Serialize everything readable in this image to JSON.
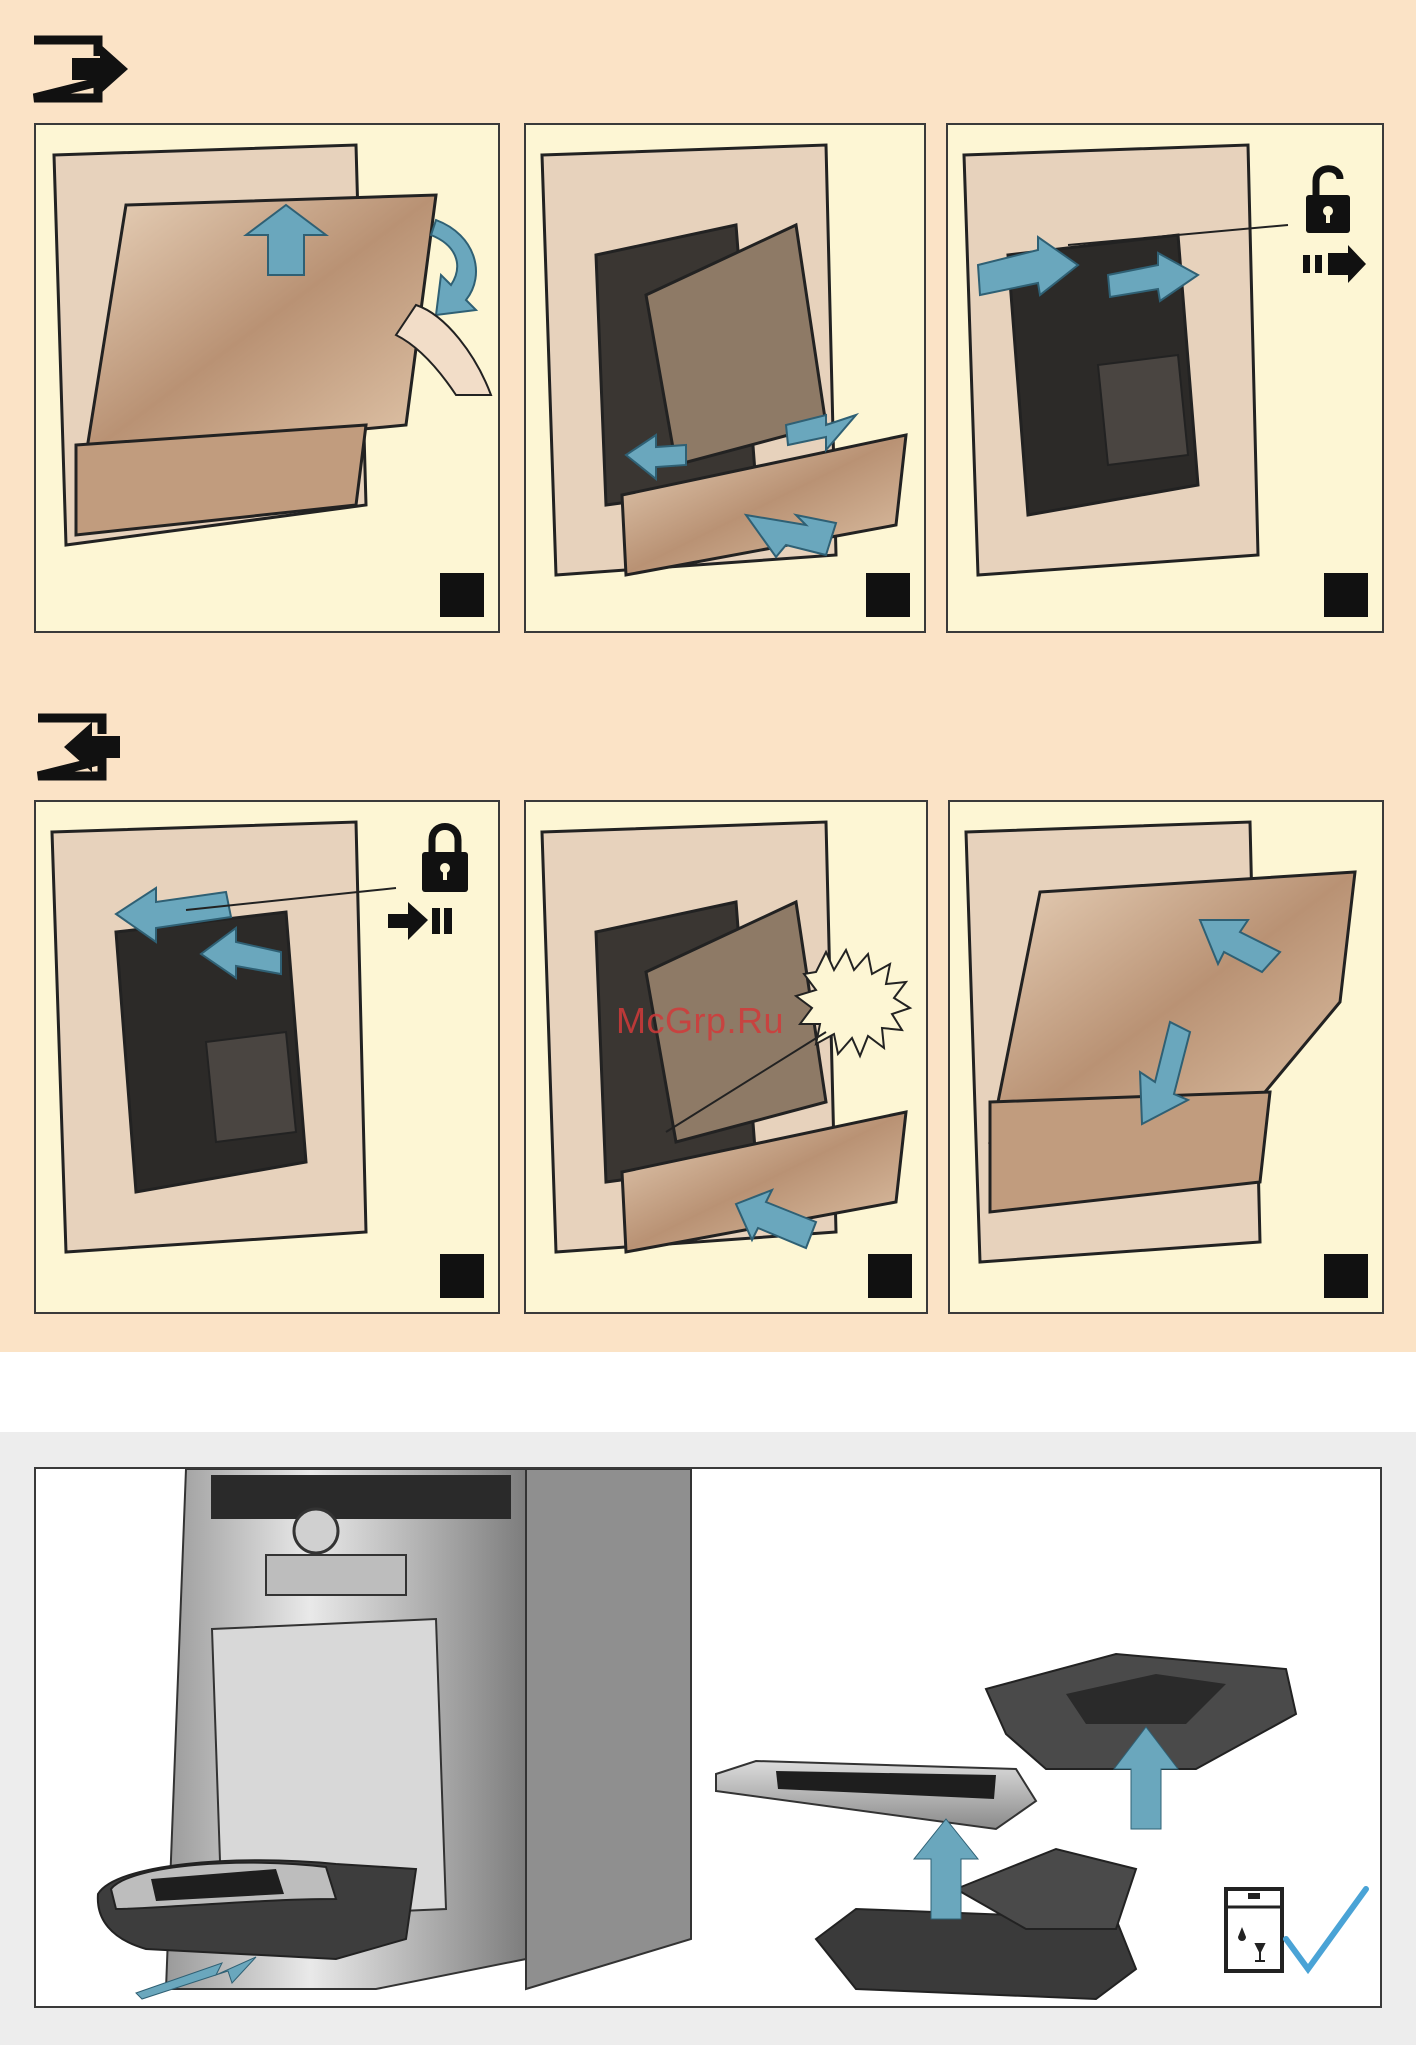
{
  "watermark": "McGrp.Ru",
  "sections": {
    "remove": {
      "icon": "exit-arrow-icon"
    },
    "insert": {
      "icon": "enter-arrow-icon"
    }
  },
  "panels": [
    {
      "name": "step-open-door",
      "icon": "door-opening-arrow-icon"
    },
    {
      "name": "step-pull-drawer",
      "icon": "squeeze-release-arrows-icon"
    },
    {
      "name": "step-unlock-brew-unit",
      "icon": "unlock-icon"
    },
    {
      "name": "step-lock-brew-unit",
      "icon": "lock-icon"
    },
    {
      "name": "step-push-drawer",
      "icon": "click-sound-icon"
    },
    {
      "name": "step-close-door",
      "icon": "door-closing-arrow-icon"
    }
  ],
  "bottom": {
    "icon": "dishwasher-safe-icon",
    "check": "checkmark-icon"
  },
  "colors": {
    "background_top": "#fbe3c6",
    "panel": "#fdf6d4",
    "arrow": "#6aa7bd",
    "metal": "#c9a98a"
  }
}
